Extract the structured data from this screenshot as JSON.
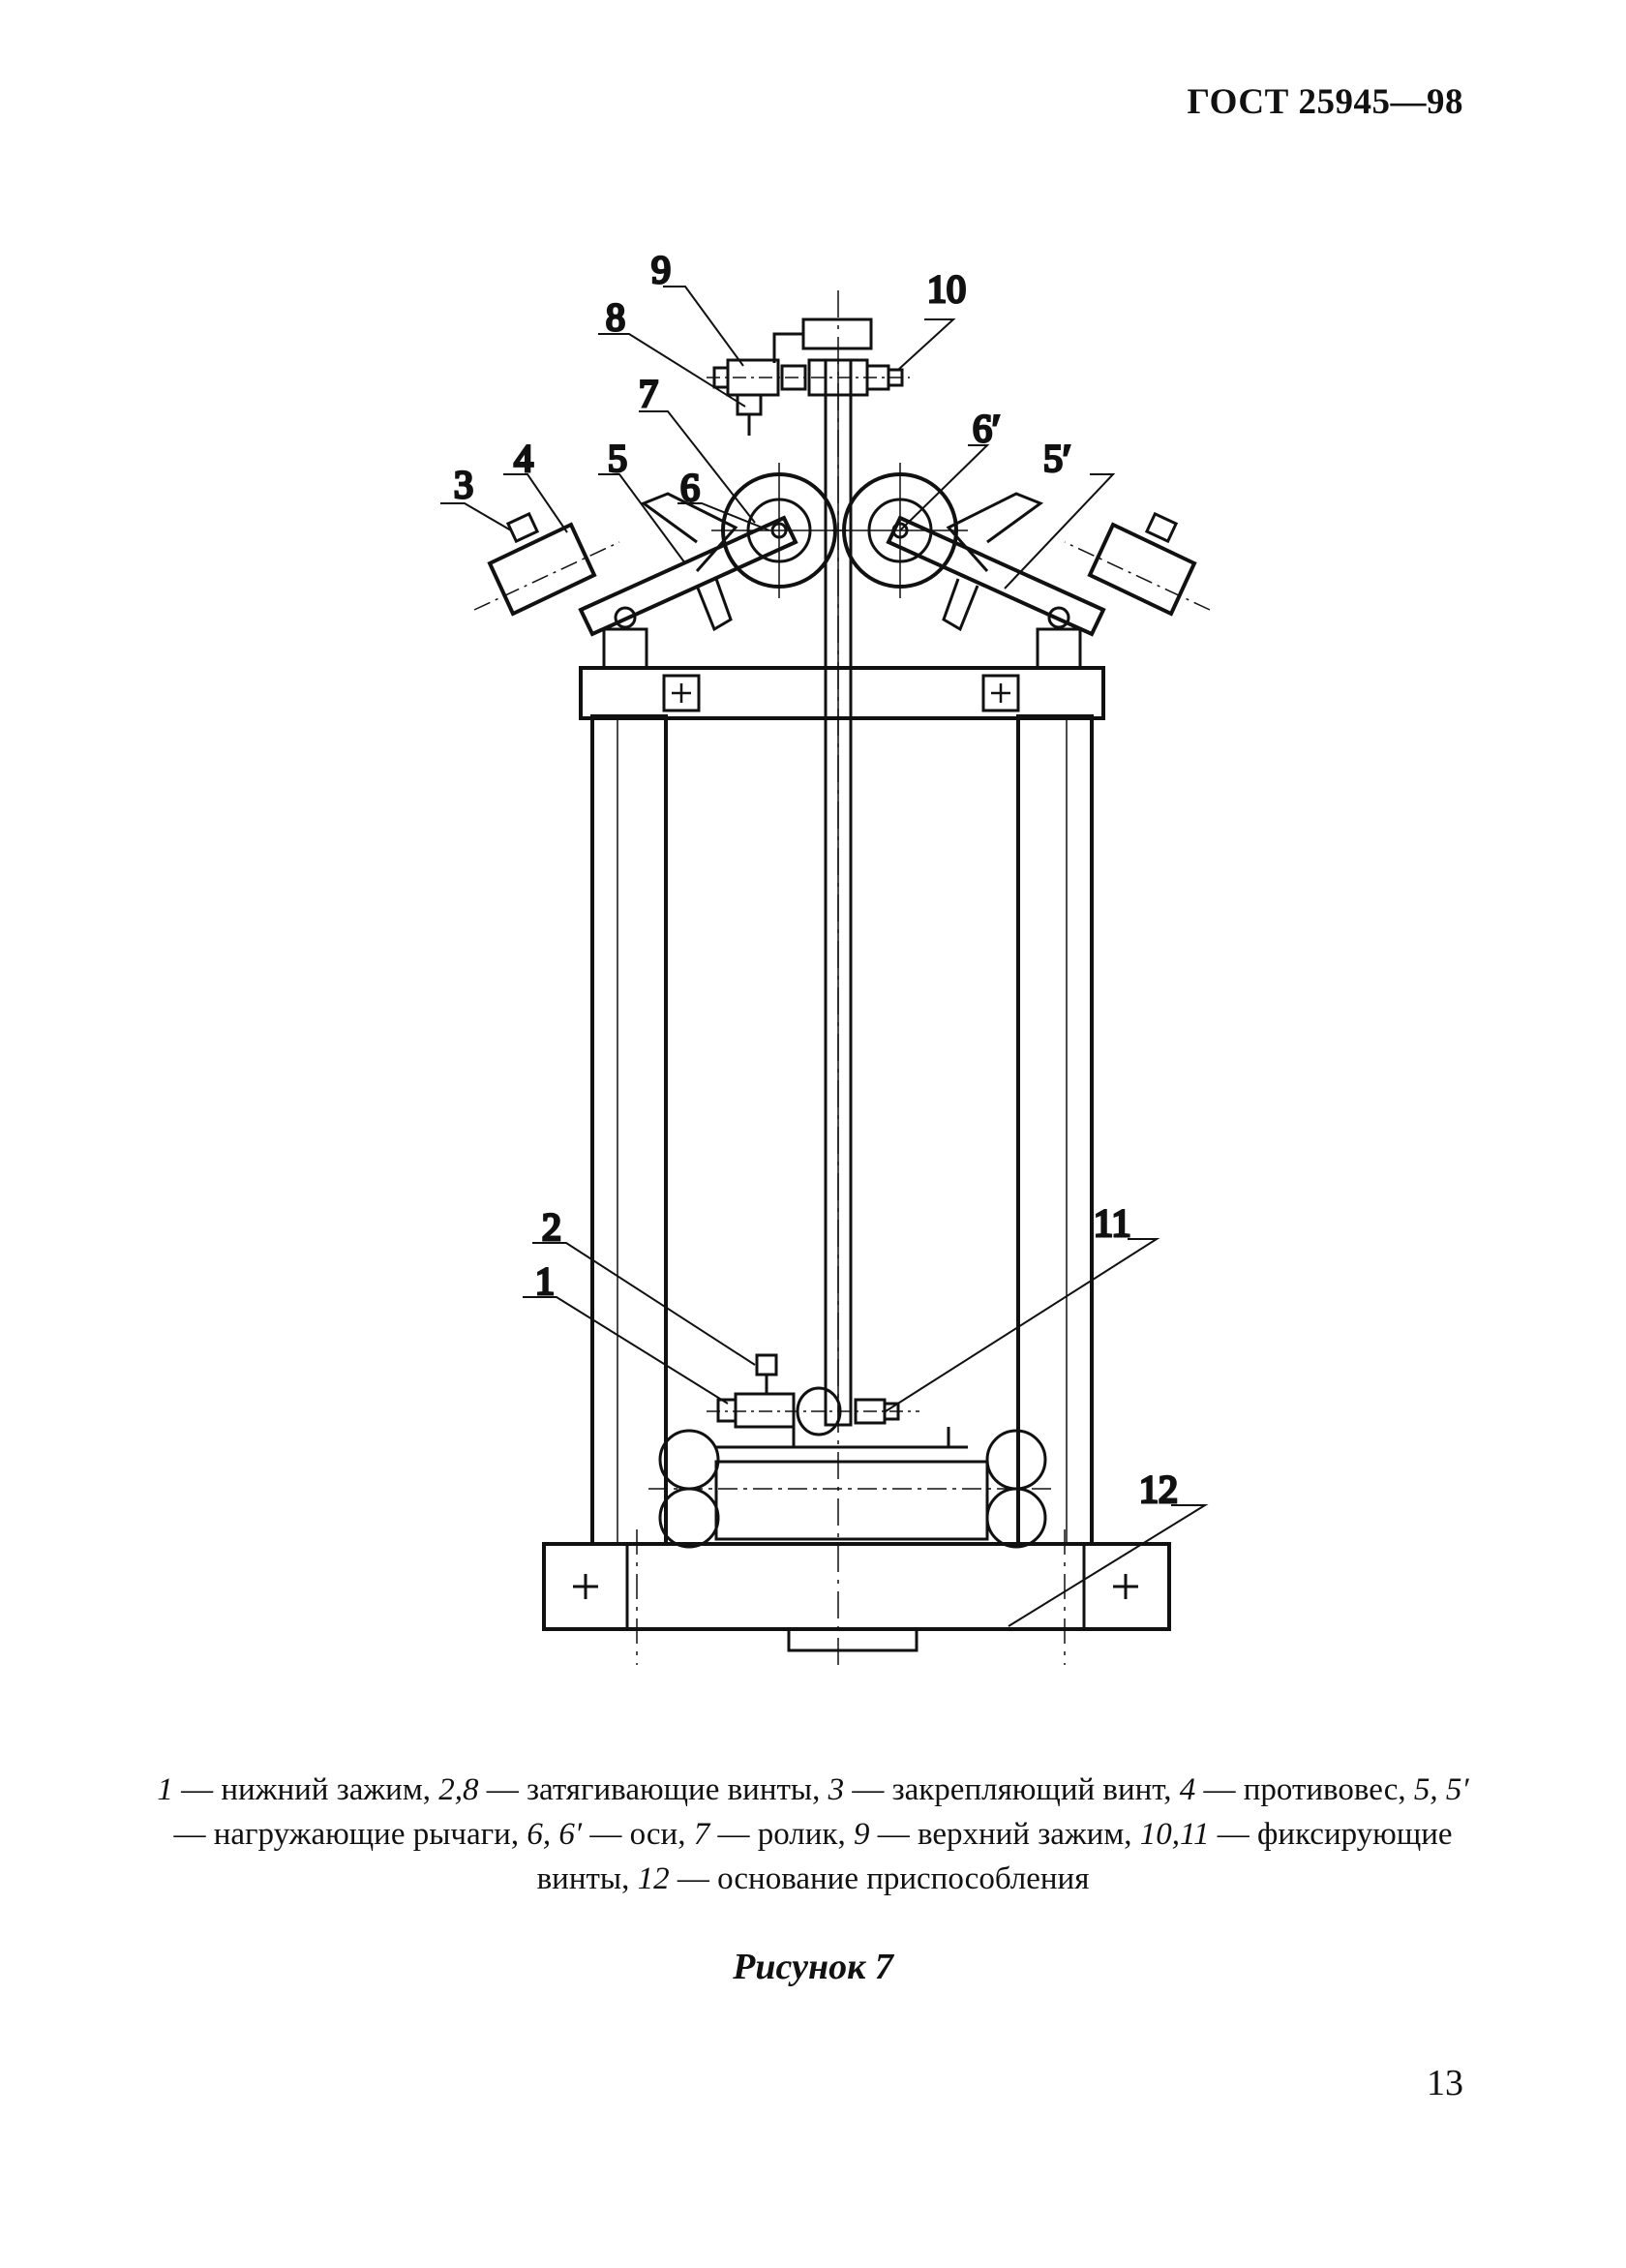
{
  "header": {
    "standard": "ГОСТ 25945—98"
  },
  "callouts": {
    "c1": "1",
    "c2": "2",
    "c3": "3",
    "c4": "4",
    "c5": "5",
    "c5p": "5′",
    "c6": "6",
    "c6p": "6′",
    "c7": "7",
    "c8": "8",
    "c9": "9",
    "c10": "10",
    "c11": "11",
    "c12": "12"
  },
  "caption": {
    "items": [
      {
        "num": "1",
        "text": "нижний зажим"
      },
      {
        "num": "2,8",
        "text": "затягивающие винты"
      },
      {
        "num": "3",
        "text": "закрепляющий винт"
      },
      {
        "num": "4",
        "text": "противовес"
      },
      {
        "num": "5, 5′",
        "text": "нагружающие рычаги"
      },
      {
        "num": "6, 6′",
        "text": "оси"
      },
      {
        "num": "7",
        "text": "ролик"
      },
      {
        "num": "9",
        "text": "верхний зажим"
      },
      {
        "num": "10,11",
        "text": "фиксирующие винты"
      },
      {
        "num": "12",
        "text": "основание приспособления"
      }
    ],
    "dash": "—"
  },
  "figure_title": "Рисунок 7",
  "page_number": "13"
}
